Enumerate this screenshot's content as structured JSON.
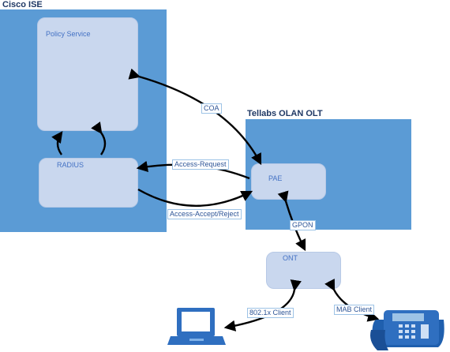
{
  "regions": {
    "ise_title": "Cisco ISE",
    "olt_title": "Tellabs OLAN OLT"
  },
  "nodes": {
    "policy_service": "Policy Service",
    "radius": "RADIUS",
    "pae": "PAE",
    "ont": "ONT"
  },
  "edges": {
    "coa": "COA",
    "access_request": "Access-Request",
    "access_accept": "Access-Accept/Reject",
    "gpon": "GPON",
    "client_8021x": "802.1x Client",
    "mab_client": "MAB Client"
  },
  "icons": {
    "laptop": "laptop-icon",
    "phone": "ip-phone-icon"
  },
  "colors": {
    "region": "#5b9bd5",
    "node": "#c9d7ee",
    "arrow": "#000000",
    "device": "#2f6fc0"
  }
}
